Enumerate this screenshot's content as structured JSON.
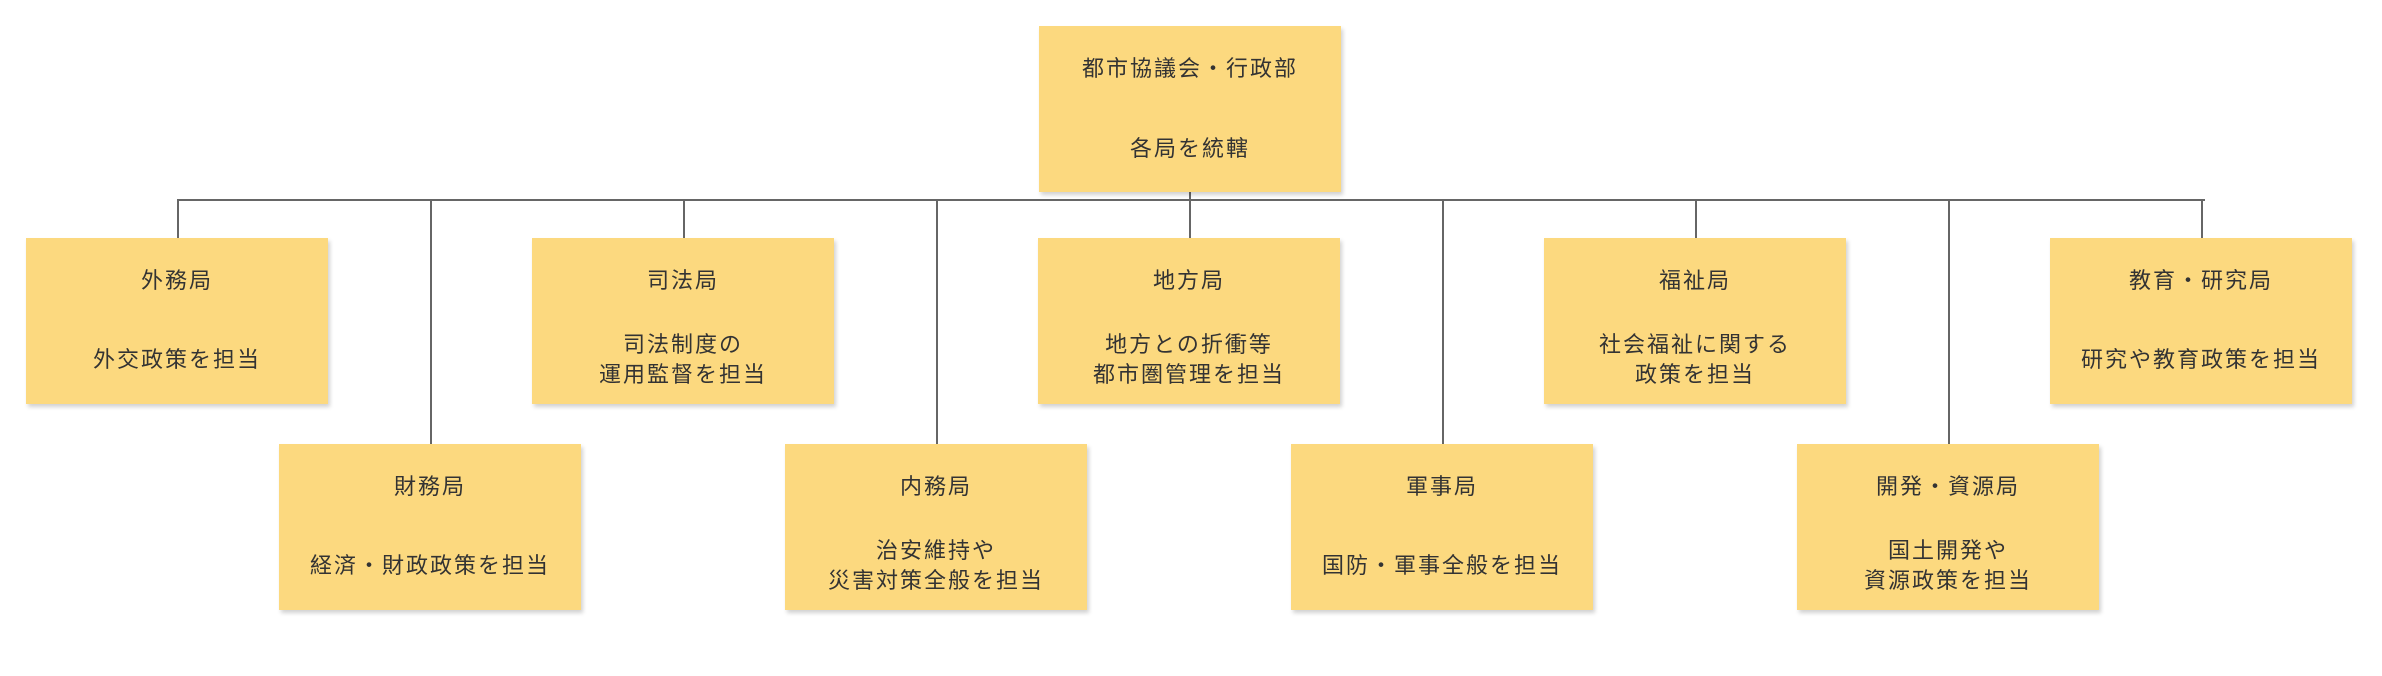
{
  "root": {
    "title": "都市協議会・行政部",
    "desc": "各局を統轄"
  },
  "departments": [
    {
      "title": "外務局",
      "desc": "外交政策を担当"
    },
    {
      "title": "財務局",
      "desc": "経済・財政政策を担当"
    },
    {
      "title": "司法局",
      "desc": "司法制度の\n運用監督を担当"
    },
    {
      "title": "内務局",
      "desc": "治安維持や\n災害対策全般を担当"
    },
    {
      "title": "地方局",
      "desc": "地方との折衝等\n都市圏管理を担当"
    },
    {
      "title": "軍事局",
      "desc": "国防・軍事全般を担当"
    },
    {
      "title": "福祉局",
      "desc": "社会福祉に関する\n政策を担当"
    },
    {
      "title": "開発・資源局",
      "desc": "国土開発や\n資源政策を担当"
    },
    {
      "title": "教育・研究局",
      "desc": "研究や教育政策を担当"
    }
  ],
  "colors": {
    "box": "#fcd97f",
    "line": "#666666",
    "text": "#333333"
  }
}
